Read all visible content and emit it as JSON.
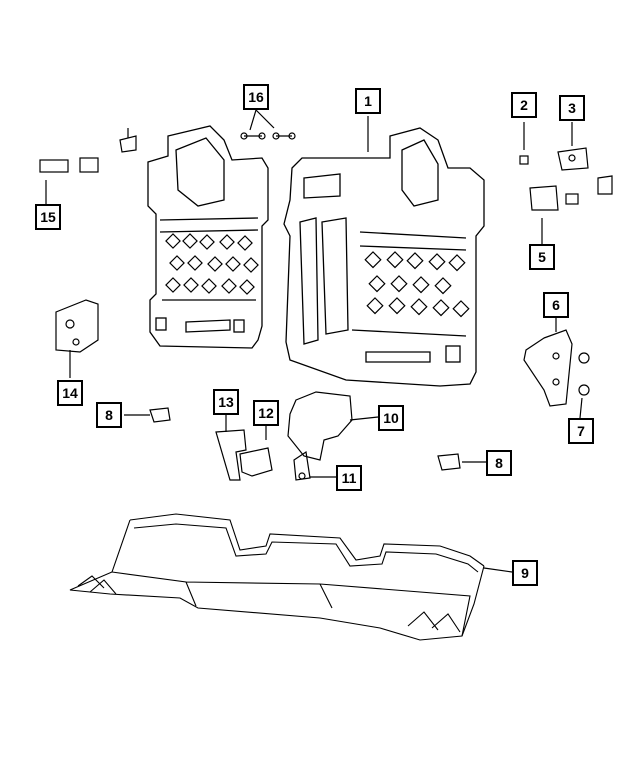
{
  "callouts": {
    "c1": "1",
    "c2": "2",
    "c3": "3",
    "c5": "5",
    "c6": "6",
    "c7": "7",
    "c8a": "8",
    "c8b": "8",
    "c9": "9",
    "c10": "10",
    "c11": "11",
    "c12": "12",
    "c13": "13",
    "c14": "14",
    "c15": "15",
    "c16": "16"
  },
  "colors": {
    "line": "#000000",
    "background": "#ffffff"
  }
}
